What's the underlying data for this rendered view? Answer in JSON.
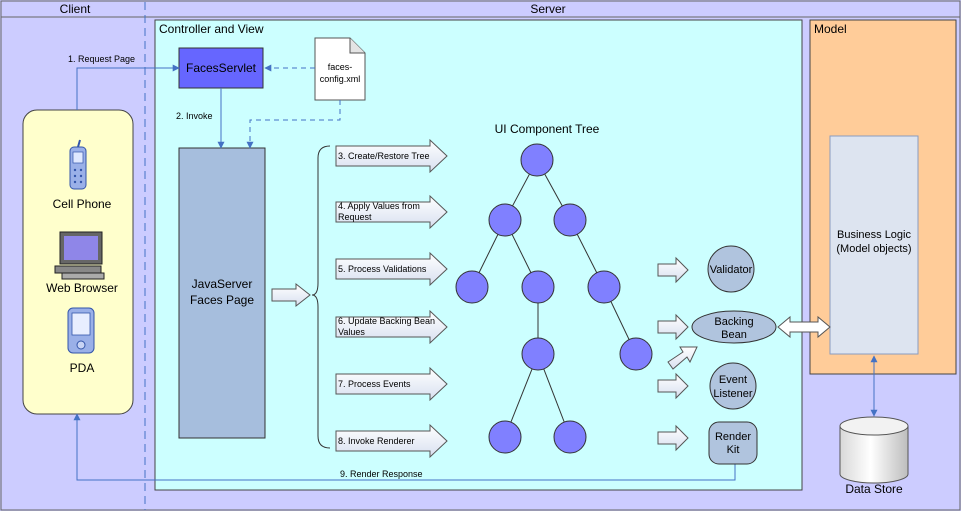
{
  "sections": {
    "client": "Client",
    "server": "Server",
    "controller_view": "Controller and View",
    "model": "Model"
  },
  "client_devices": [
    {
      "label": "Cell Phone",
      "icon": "cell-phone-icon"
    },
    {
      "label": "Web Browser",
      "icon": "web-browser-icon"
    },
    {
      "label": "PDA",
      "icon": "pda-icon"
    }
  ],
  "faces_servlet": "FacesServlet",
  "faces_config": [
    "faces-",
    "config.xml"
  ],
  "jsf_page": [
    "JavaServer",
    "Faces Page"
  ],
  "flow": {
    "request_page": "1. Request Page",
    "invoke": "2. Invoke",
    "render_response": "9. Render Response"
  },
  "lifecycle_steps": [
    [
      "3. Create/Restore Tree"
    ],
    [
      "4. Apply Values from",
      "Request"
    ],
    [
      "5. Process Validations"
    ],
    [
      "6. Update Backing Bean",
      "Values"
    ],
    [
      "7. Process Events"
    ],
    [
      "8. Invoke Renderer"
    ]
  ],
  "tree_title": "UI Component Tree",
  "helpers": {
    "validator": [
      "Validator"
    ],
    "backing_bean": [
      "Backing",
      "Bean"
    ],
    "event_listener": [
      "Event",
      "Listener"
    ],
    "render_kit": [
      "Render",
      "Kit"
    ]
  },
  "business_logic": [
    "Business Logic",
    "(Model objects)"
  ],
  "data_store": "Data Store",
  "colors": {
    "background": "#ccccff",
    "client_panel": "#ffffcc",
    "controller_panel": "#ccffff",
    "model_panel": "#ffcc99",
    "servlet": "#6666ff",
    "jsf_page": "#a6bedd",
    "tree_node": "#8080ff",
    "helper_node": "#b0c4de",
    "arrow_line": "#4472c4"
  }
}
